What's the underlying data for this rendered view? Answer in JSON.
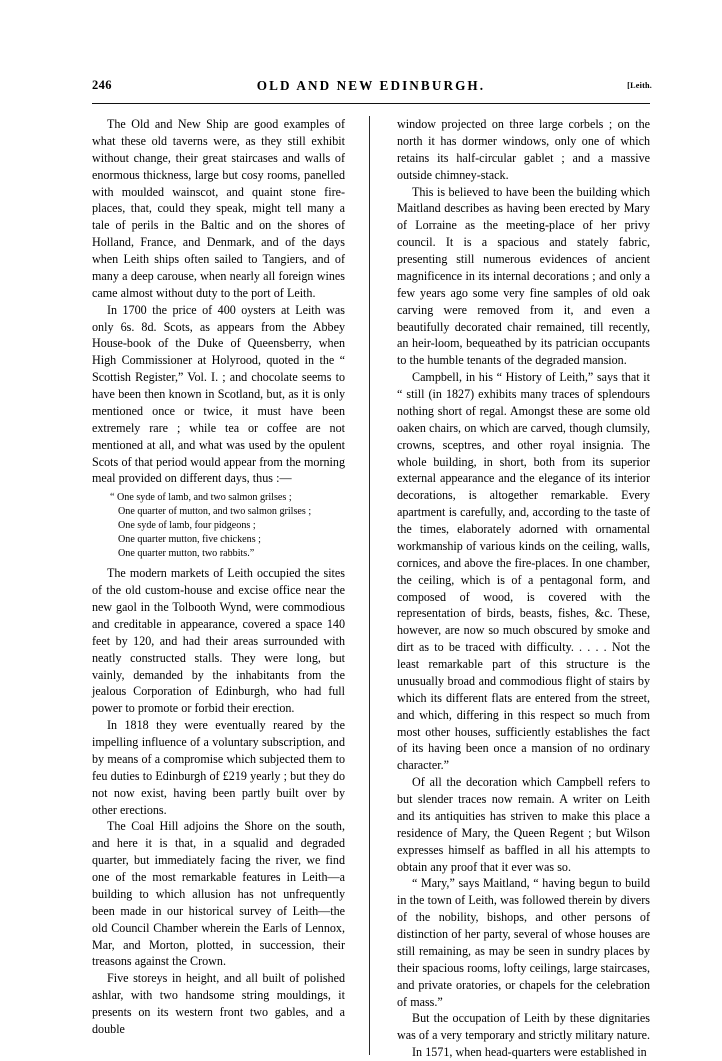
{
  "header": {
    "folio": "246",
    "title": "OLD AND NEW EDINBURGH.",
    "signature": "[Leith."
  },
  "columns": {
    "left": {
      "paragraphs": [
        "The Old and New Ship are good examples of what these old taverns were, as they still exhibit without change, their great staircases and walls of enormous thickness, large but cosy rooms, panelled with moulded wainscot, and quaint stone fire-places, that, could they speak, might tell many a tale of perils in the Baltic and on the shores of Holland, France, and Denmark, and of the days when Leith ships often sailed to Tangiers, and of many a deep carouse, when nearly all foreign wines came almost without duty to the port of Leith.",
        "In 1700 the price of 400 oysters at Leith was only 6s. 8d. Scots, as appears from the Abbey House-book of the Duke of Queensberry, when High Commissioner at Holyrood, quoted in the “ Scottish Register,” Vol. I. ; and chocolate seems to have been then known in Scotland, but, as it is only mentioned once or twice, it must have been extremely rare ; while tea or coffee are not mentioned at all, and what was used by the opulent Scots of that period would appear from the morning meal provided on different days, thus :—"
      ],
      "quotation": [
        "“ One syde of lamb, and two salmon grilses ;",
        "One quarter of mutton, and two salmon grilses ;",
        "One syde of lamb, four pidgeons ;",
        "One quarter mutton, five chickens ;",
        "One quarter mutton, two rabbits.”"
      ],
      "paragraphs_after": [
        "The modern markets of Leith occupied the sites of the old custom-house and excise office near the new gaol in the Tolbooth Wynd, were commodious and creditable in appearance, covered a space 140 feet by 120, and had their areas surrounded with neatly constructed stalls. They were long, but vainly, demanded by the inhabitants from the jealous Corporation of Edinburgh, who had full power to promote or forbid their erection.",
        "In 1818 they were eventually reared by the impelling influence of a voluntary subscription, and by means of a compromise which subjected them to feu duties to Edinburgh of £219 yearly ; but they do not now exist, having been partly built over by other erections.",
        "The Coal Hill adjoins the Shore on the south, and here it is that, in a squalid and degraded quarter, but immediately facing the river, we find one of the most remarkable features in Leith—a building to which allusion has not unfrequently been made in our historical survey of Leith—the old Council Chamber wherein the Earls of Lennox, Mar, and Morton, plotted, in succession, their treasons against the Crown.",
        "Five storeys in height, and all built of polished ashlar, with two handsome string mouldings, it presents on its western front two gables, and a double"
      ]
    },
    "right": {
      "paragraphs": [
        "window projected on three large corbels ; on the north it has dormer windows, only one of which retains its half-circular gablet ; and a massive outside chimney-stack.",
        "This is believed to have been the building which Maitland describes as having been erected by Mary of Lorraine as the meeting-place of her privy council. It is a spacious and stately fabric, presenting still numerous evidences of ancient magnificence in its internal decorations ; and only a few years ago some very fine samples of old oak carving were removed from it, and even a beautifully decorated chair remained, till recently, an heir-loom, bequeathed by its patrician occupants to the humble tenants of the degraded mansion.",
        "Campbell, in his “ History of Leith,” says that it “ still (in 1827) exhibits many traces of splendours nothing short of regal. Amongst these are some old oaken chairs, on which are carved, though clumsily, crowns, sceptres, and other royal insignia. The whole building, in short, both from its superior external appearance and the elegance of its interior decorations, is altogether remarkable. Every apartment is carefully, and, according to the taste of the times, elaborately adorned with ornamental workmanship of various kinds on the ceiling, walls, cornices, and above the fire-places. In one chamber, the ceiling, which is of a pentagonal form, and composed of wood, is covered with the representation of birds, beasts, fishes, &c. These, however, are now so much obscured by smoke and dirt as to be traced with difficulty. . . . . Not the least remarkable part of this structure is the unusually broad and commodious flight of stairs by which its different flats are entered from the street, and which, differing in this respect so much from most other houses, sufficiently establishes the fact of its having been once a mansion of no ordinary character.”",
        "Of all the decoration which Campbell refers to but slender traces now remain. A writer on Leith and its antiquities has striven to make this place a residence of Mary, the Queen Regent ; but Wilson expresses himself as baffled in all his attempts to obtain any proof that it ever was so.",
        "“ Mary,” says Maitland, “ having begun to build in the town of Leith, was followed therein by divers of the nobility, bishops, and other persons of distinction of her party, several of whose houses are still remaining, as may be seen in sundry places by their spacious rooms, lofty ceilings, large staircases, and private oratories, or chapels for the celebration of mass.”",
        "But the occupation of Leith by these dignitaries was of a very temporary and strictly military nature.",
        "In 1571, when head-quarters were established in"
      ]
    }
  }
}
